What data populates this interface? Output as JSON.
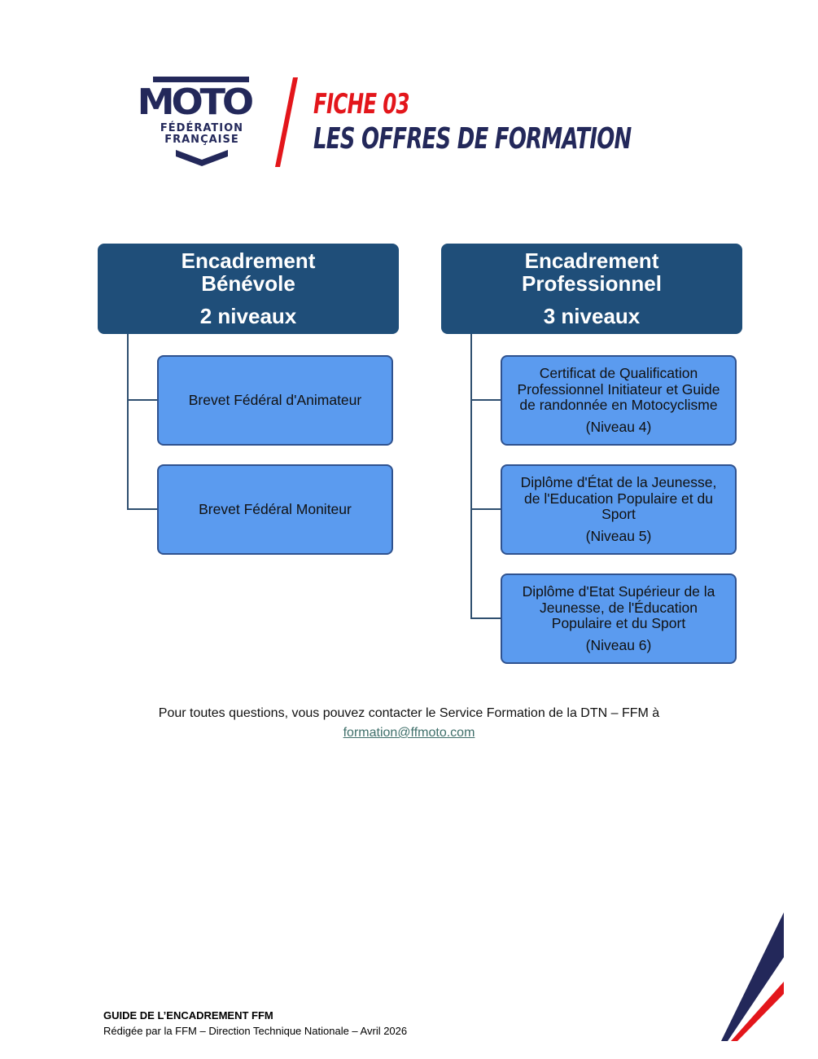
{
  "logo": {
    "text": "MOTO",
    "line1": "FÉDÉRATION",
    "line2": "FRANÇAISE"
  },
  "header": {
    "fiche": "FICHE 03",
    "title": "LES OFFRES DE FORMATION"
  },
  "columns": [
    {
      "title1": "Encadrement",
      "title2": "Bénévole",
      "levels": "2 niveaux",
      "items": [
        {
          "text": "Brevet Fédéral d'Animateur"
        },
        {
          "text": "Brevet Fédéral Moniteur"
        }
      ]
    },
    {
      "title1": "Encadrement",
      "title2": "Professionnel",
      "levels": "3 niveaux",
      "items": [
        {
          "text": "Certificat de Qualification Professionnel Initiateur et Guide de randonnée en Motocyclisme",
          "level": "(Niveau 4)"
        },
        {
          "text": "Diplôme d'État de la Jeunesse, de l'Education Populaire et du Sport",
          "level": "(Niveau 5)"
        },
        {
          "text": "Diplôme d'Etat Supérieur de la Jeunesse, de l'Éducation Populaire et du Sport",
          "level": "(Niveau 6)"
        }
      ]
    }
  ],
  "contact": {
    "text": "Pour toutes questions, vous pouvez contacter le Service Formation de la DTN – FFM à",
    "email": "formation@ffmoto.com"
  },
  "footer": {
    "guide": "GUIDE DE L’ENCADREMENT FFM",
    "credit": "Rédigée par la FFM – Direction Technique Nationale – Avril 2026"
  },
  "colors": {
    "navy": "#23285a",
    "red": "#e3161b",
    "header": "#1f4e79",
    "box": "#5b9bef"
  }
}
